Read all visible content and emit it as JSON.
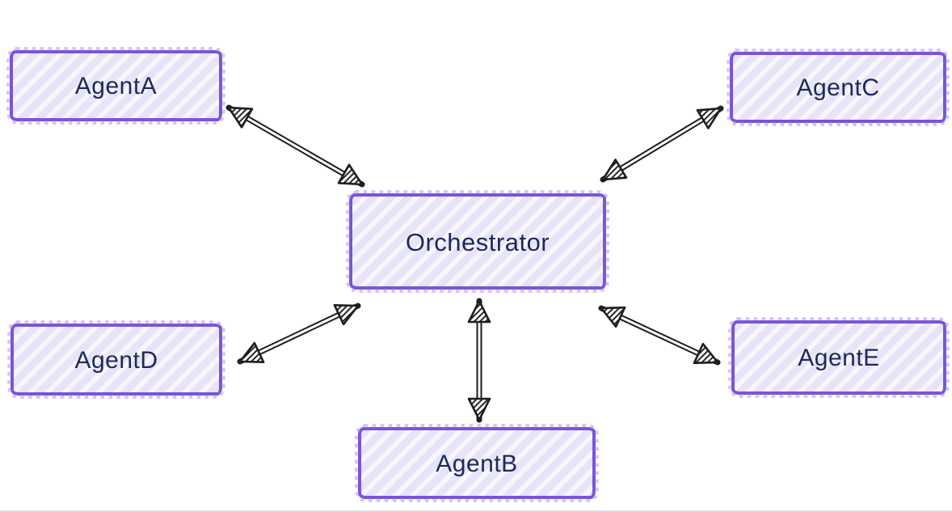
{
  "diagram": {
    "nodes": [
      {
        "id": "agent-a",
        "label": "AgentA"
      },
      {
        "id": "agent-c",
        "label": "AgentC"
      },
      {
        "id": "orchestrator",
        "label": "Orchestrator"
      },
      {
        "id": "agent-d",
        "label": "AgentD"
      },
      {
        "id": "agent-e",
        "label": "AgentE"
      },
      {
        "id": "agent-b",
        "label": "AgentB"
      }
    ],
    "edges": [
      {
        "from": "AgentA",
        "to": "Orchestrator",
        "direction": "bidirectional"
      },
      {
        "from": "AgentC",
        "to": "Orchestrator",
        "direction": "bidirectional"
      },
      {
        "from": "AgentD",
        "to": "Orchestrator",
        "direction": "bidirectional"
      },
      {
        "from": "AgentE",
        "to": "Orchestrator",
        "direction": "bidirectional"
      },
      {
        "from": "AgentB",
        "to": "Orchestrator",
        "direction": "bidirectional"
      }
    ],
    "colors": {
      "node_fill": "#e7e3f8",
      "node_hatch_stripe": "#f8f6fd",
      "node_border": "#7a55d8",
      "node_dots": "#ad98f0",
      "node_text": "#1c2a57",
      "arrow": "#1e1e1e",
      "background": "#ffffff"
    }
  }
}
